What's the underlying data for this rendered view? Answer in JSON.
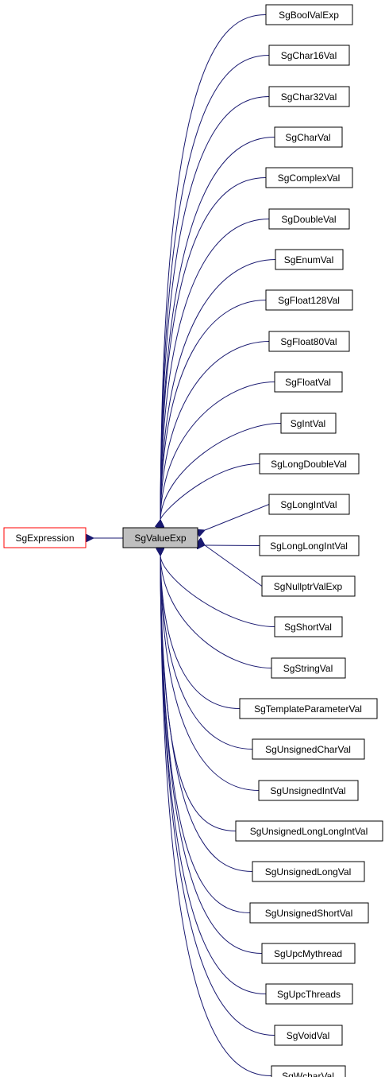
{
  "diagram": {
    "colors": {
      "edge": "#191970",
      "node_border": "#000000",
      "node_fill": "#ffffff",
      "focus_fill": "#bfbfbf",
      "parent_border": "#ff0000"
    },
    "focus": {
      "label": "SgValueExp"
    },
    "parent": {
      "label": "SgExpression"
    },
    "children": [
      {
        "label": "SgBoolValExp"
      },
      {
        "label": "SgChar16Val"
      },
      {
        "label": "SgChar32Val"
      },
      {
        "label": "SgCharVal"
      },
      {
        "label": "SgComplexVal"
      },
      {
        "label": "SgDoubleVal"
      },
      {
        "label": "SgEnumVal"
      },
      {
        "label": "SgFloat128Val"
      },
      {
        "label": "SgFloat80Val"
      },
      {
        "label": "SgFloatVal"
      },
      {
        "label": "SgIntVal"
      },
      {
        "label": "SgLongDoubleVal"
      },
      {
        "label": "SgLongIntVal"
      },
      {
        "label": "SgLongLongIntVal"
      },
      {
        "label": "SgNullptrValExp"
      },
      {
        "label": "SgShortVal"
      },
      {
        "label": "SgStringVal"
      },
      {
        "label": "SgTemplateParameterVal"
      },
      {
        "label": "SgUnsignedCharVal"
      },
      {
        "label": "SgUnsignedIntVal"
      },
      {
        "label": "SgUnsignedLongLongIntVal"
      },
      {
        "label": "SgUnsignedLongVal"
      },
      {
        "label": "SgUnsignedShortVal"
      },
      {
        "label": "SgUpcMythread"
      },
      {
        "label": "SgUpcThreads"
      },
      {
        "label": "SgVoidVal"
      },
      {
        "label": "SgWcharVal"
      }
    ]
  }
}
